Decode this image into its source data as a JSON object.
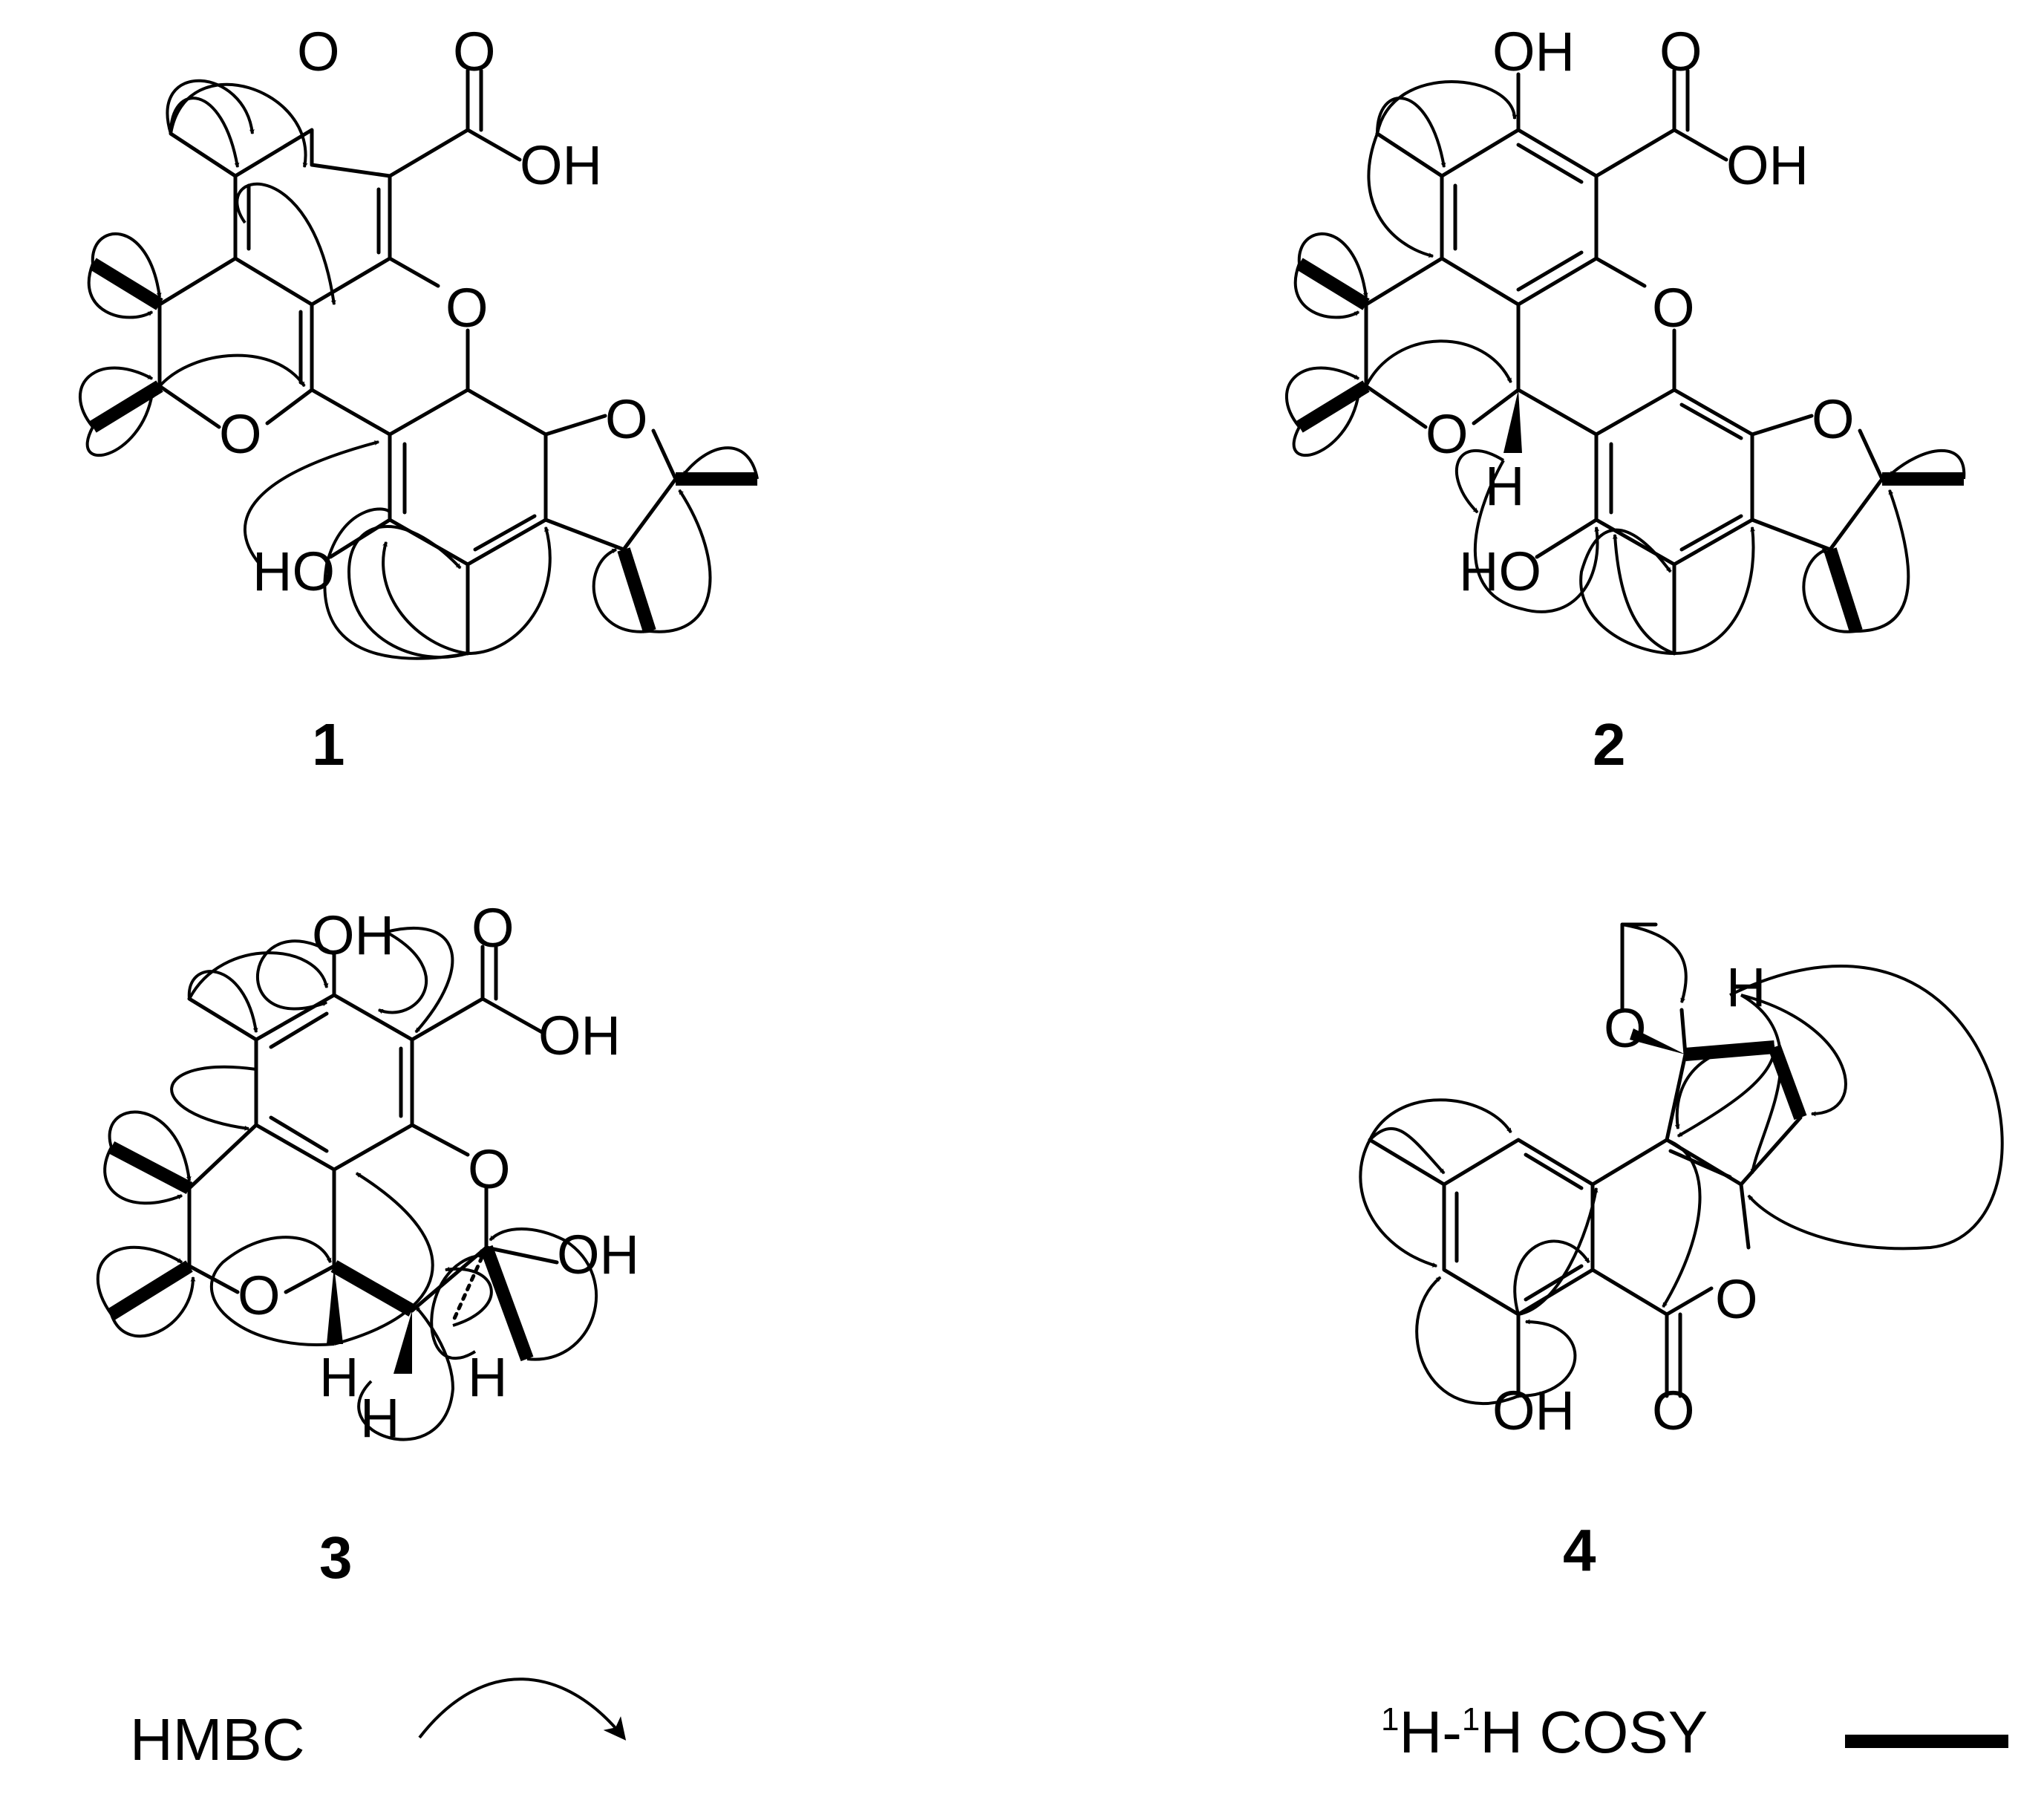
{
  "compounds": [
    {
      "id": "1",
      "atoms": {
        "ketone_o": "O",
        "acid_o": "O",
        "acid_oh": "OH",
        "pyran_o": "O",
        "furan_o": "O",
        "ring_o": "O",
        "phenol_oh": "HO"
      }
    },
    {
      "id": "2",
      "atoms": {
        "phenol_top": "OH",
        "acid_o": "O",
        "acid_oh": "OH",
        "pyran_o": "O",
        "furan_o": "O",
        "ring_o": "O",
        "h_label": "H",
        "phenol_oh": "HO"
      }
    },
    {
      "id": "3",
      "atoms": {
        "phenol_top": "OH",
        "acid_o": "O",
        "acid_oh": "OH",
        "pyran_o": "O",
        "ring_o": "O",
        "oh_right": "OH",
        "h1": "H",
        "h2": "H",
        "h3": "H"
      }
    },
    {
      "id": "4",
      "atoms": {
        "methoxy_o": "O",
        "h_label": "H",
        "lactone_o": "O",
        "carbonyl_o": "O",
        "phenol_oh": "OH"
      }
    }
  ],
  "legend": {
    "hmbc_label": "HMBC",
    "cosy_sup1": "1",
    "cosy_h1": "H-",
    "cosy_sup2": "1",
    "cosy_h2": "H COSY"
  }
}
